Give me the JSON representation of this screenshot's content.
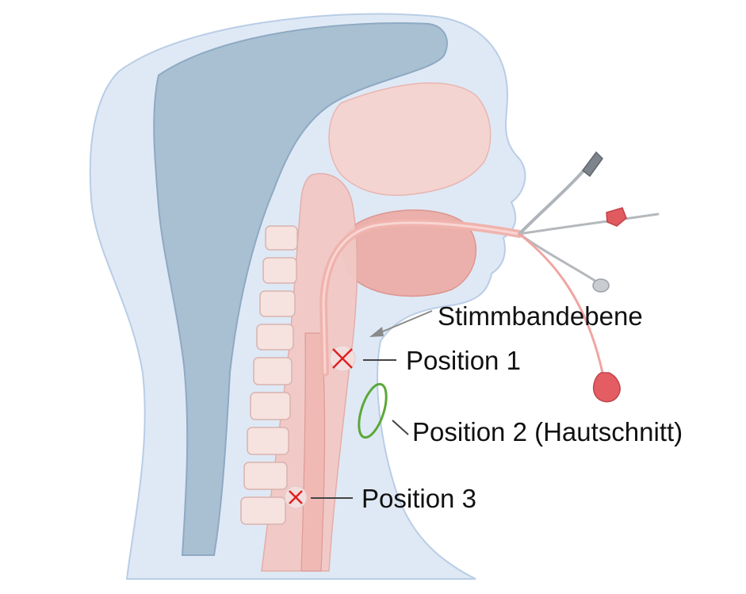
{
  "diagram": {
    "labels": {
      "vocal_cord_level": "Stimmbandebene",
      "position_1": "Position 1",
      "position_2": "Position 2 (Hautschnitt)",
      "position_3": "Position 3"
    },
    "colors": {
      "skin": "#dfe9f5",
      "skin_edge": "#b9cde6",
      "bone": "#a9c0d3",
      "tissue": "#f2c9c6",
      "tissue_dark": "#e8a7a3",
      "tube": "#f0b3ae",
      "cuff": "#e8646a",
      "marker_x": "#e02020",
      "incision": "#5aa83a",
      "leader": "#444444",
      "arrow": "#8a8a8a"
    }
  }
}
